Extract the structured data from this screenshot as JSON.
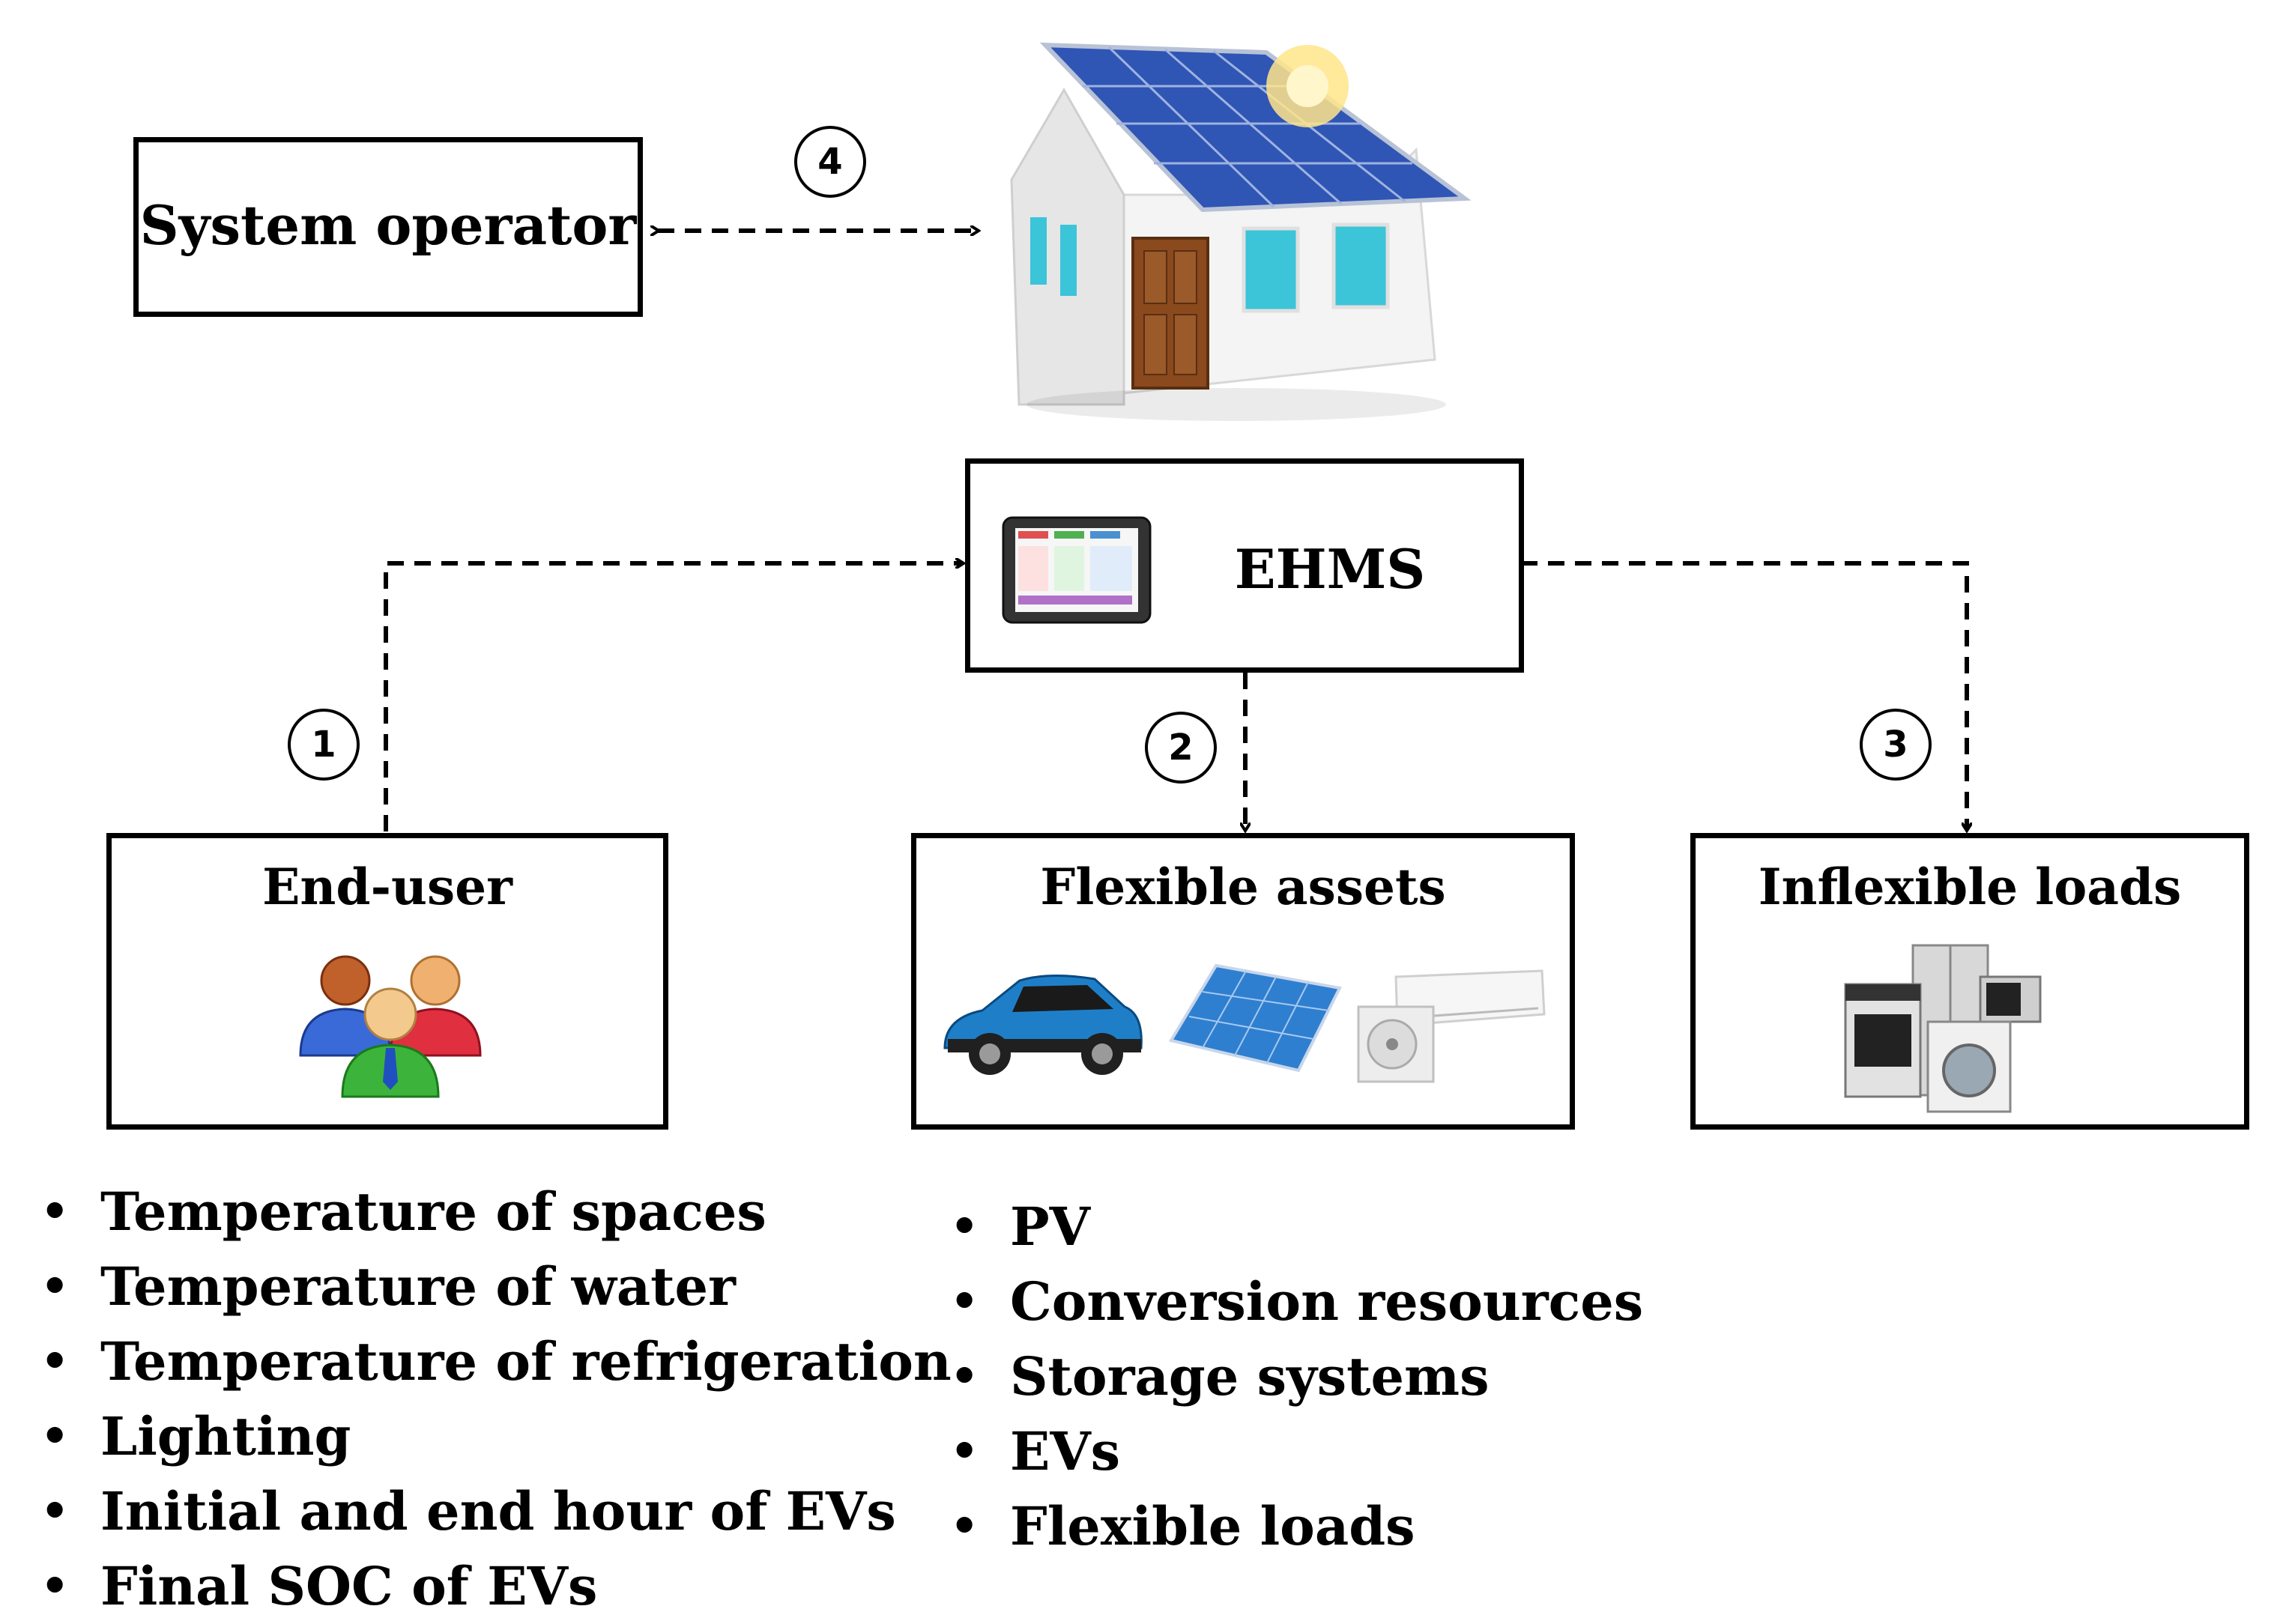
{
  "system_operator": {
    "label": "System operator"
  },
  "ehms": {
    "label": "EHMS"
  },
  "end_user": {
    "title": "End-user",
    "items": [
      "Temperature of spaces",
      "Temperature of water",
      "Temperature of refrigeration",
      "Lighting",
      "Initial and end hour of EVs",
      "Final SOC of EVs"
    ]
  },
  "flexible_assets": {
    "title": "Flexible assets",
    "items": [
      "PV",
      "Conversion resources",
      "Storage systems",
      "EVs",
      "Flexible loads"
    ]
  },
  "inflexible_loads": {
    "title": "Inflexible loads"
  },
  "connections": [
    {
      "number": "1"
    },
    {
      "number": "2"
    },
    {
      "number": "3"
    },
    {
      "number": "4"
    }
  ]
}
